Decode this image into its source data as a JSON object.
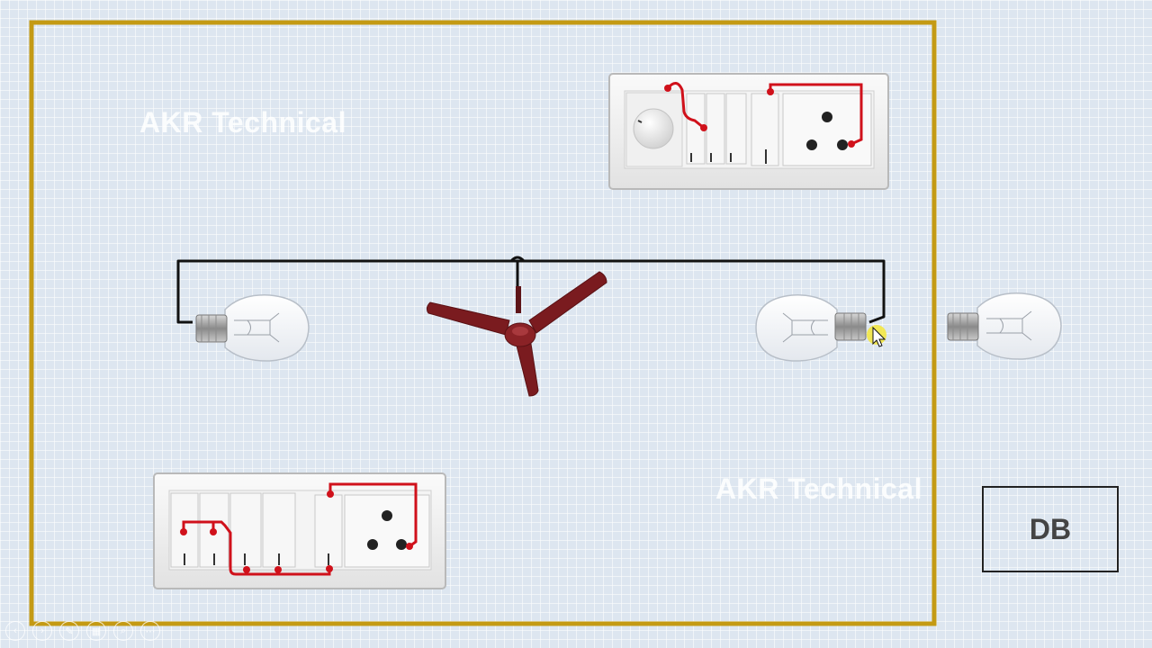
{
  "watermark": {
    "text_1": "AKR Technical",
    "text_2": "AKR Technical"
  },
  "distribution_board": {
    "label": "DB"
  },
  "colors": {
    "room_border": "#c49a14",
    "phase_wire": "#d0111b",
    "neutral_wire": "#111111",
    "fan_blade": "#7a1b1f",
    "switchboard": "#f2f2f2"
  },
  "icons": {
    "top_switchboard": [
      "dimmer-knob-icon",
      "switch-icon",
      "switch-icon",
      "switch-icon",
      "socket-icon"
    ],
    "bottom_switchboard": [
      "switch-icon",
      "switch-icon",
      "switch-icon",
      "switch-icon",
      "switch-icon",
      "socket-icon"
    ],
    "nav": [
      "previous-icon",
      "next-icon",
      "pen-icon",
      "slides-icon",
      "zoom-icon",
      "more-icon"
    ]
  },
  "nav": {
    "prev": "‹",
    "next": "›",
    "pen": "✎",
    "slides": "▦",
    "zoom": "⌕",
    "more": "⋯"
  }
}
